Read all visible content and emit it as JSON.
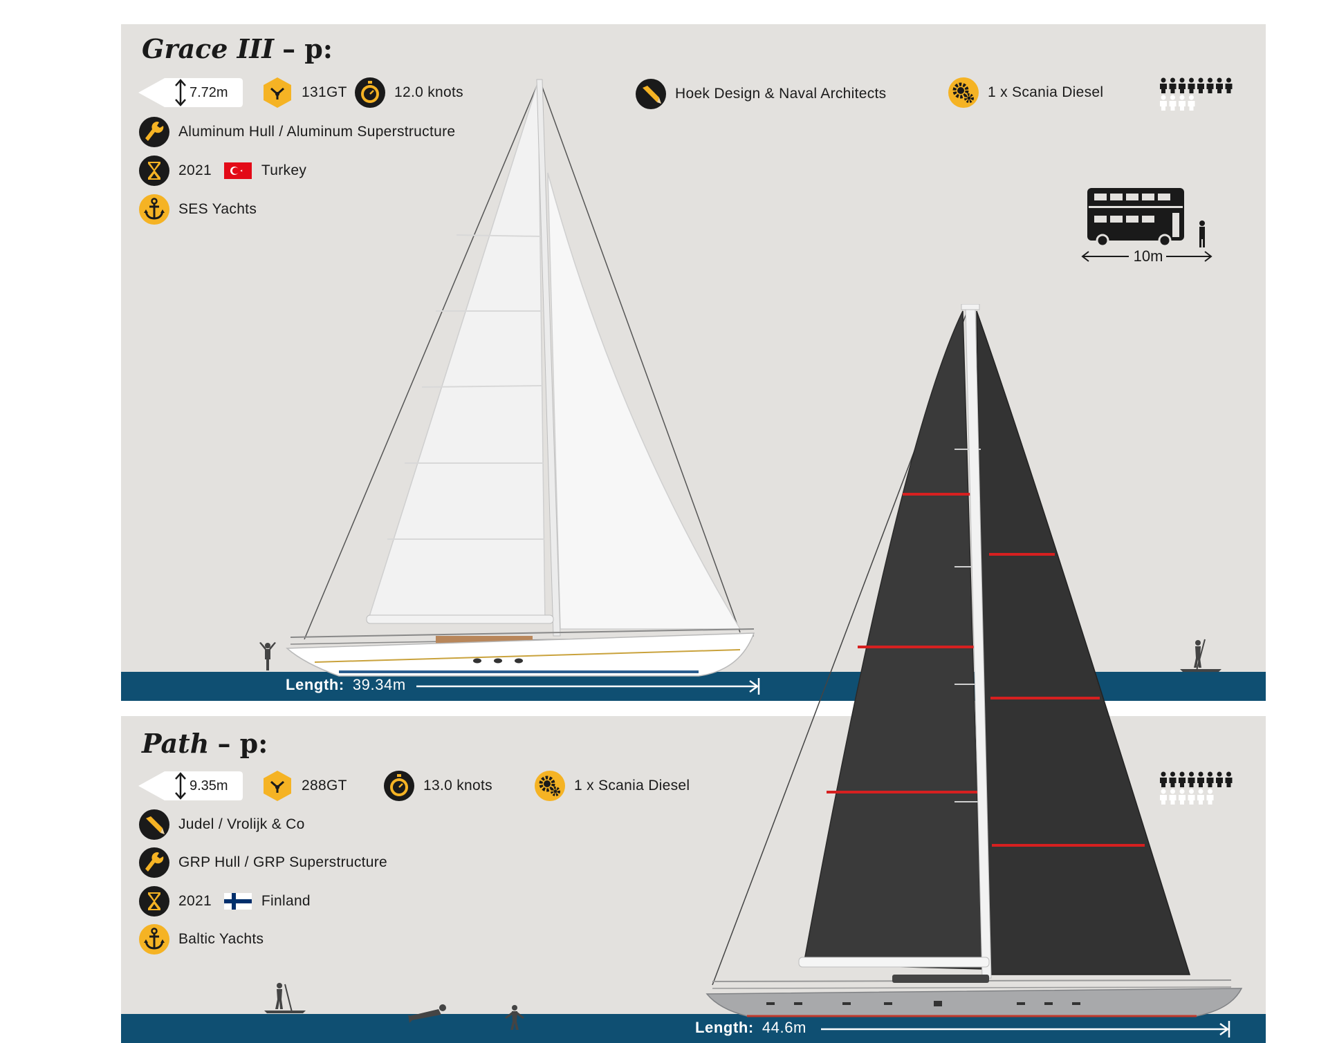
{
  "yachts": [
    {
      "name": "Grace III",
      "type_suffix": "– p:",
      "height": "7.72m",
      "tonnage": "131GT",
      "speed": "12.0 knots",
      "designer": "Hoek Design & Naval Architects",
      "engine": "1 x Scania Diesel",
      "construction": "Aluminum Hull / Aluminum Superstructure",
      "year": "2021",
      "country": "Turkey",
      "builder": "SES Yachts",
      "length_label": "Length:",
      "length_value": "39.34m",
      "sail_color": "#f2f2f2"
    },
    {
      "name": "Path",
      "type_suffix": "– p:",
      "height": "9.35m",
      "tonnage": "288GT",
      "speed": "13.0 knots",
      "engine": "1 x Scania Diesel",
      "designer": "Judel / Vrolijk & Co",
      "construction": "GRP Hull / GRP Superstructure",
      "year": "2021",
      "country": "Finland",
      "builder": "Baltic Yachts",
      "length_label": "Length:",
      "length_value": "44.6m",
      "sail_color": "#3a3a3a"
    }
  ],
  "scale": {
    "label": "10m"
  },
  "icons": {
    "height": "vertical-arrow-icon",
    "tonnage": "hexagon-tonnage-icon",
    "speed": "stopwatch-icon",
    "designer": "pencil-icon",
    "engine": "gear-icon",
    "construction": "wrench-icon",
    "year": "hourglass-icon",
    "builder": "anchor-icon",
    "guests": "people-icon",
    "scale": "double-decker-bus-icon"
  },
  "colors": {
    "panel": "#e3e1de",
    "water": "#0f4f72",
    "accent": "#f5b324",
    "icon_dark": "#1a1a1a"
  }
}
